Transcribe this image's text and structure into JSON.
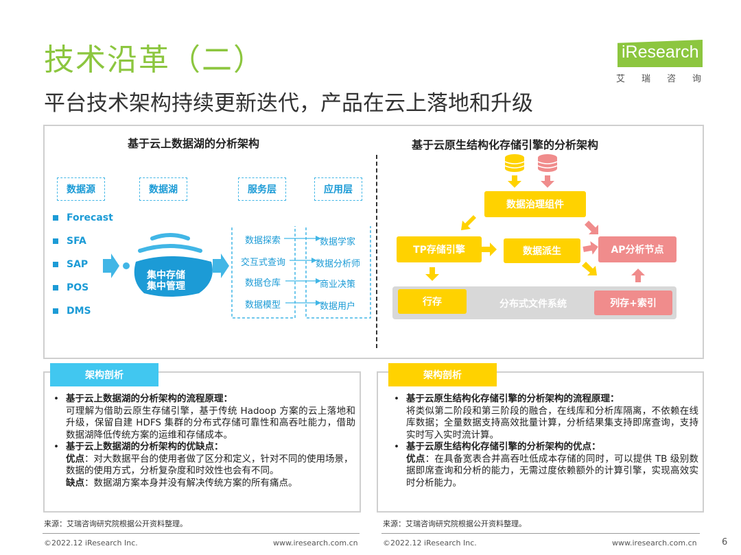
{
  "title": "技术沿革（二）",
  "subtitle": "平台技术架构持续更新迭代，产品在云上落地和升级",
  "logo": {
    "brand": "iResearch",
    "cn_chars": [
      "艾",
      "瑞",
      "咨",
      "询"
    ]
  },
  "colors": {
    "green": "#8cc63f",
    "blue": "#1c9bd6",
    "yellow": "#ffd200",
    "pink": "#f08c8c"
  },
  "left_diagram": {
    "title": "基于云上数据湖的分析架构",
    "headers": [
      "数据源",
      "数据湖",
      "服务层",
      "应用层"
    ],
    "sources": [
      "Forecast",
      "SFA",
      "SAP",
      "POS",
      "DMS"
    ],
    "lake_labels": [
      "集中存储",
      "集中管理"
    ],
    "services": [
      "数据探索",
      "交互式查询",
      "数据仓库",
      "数据模型"
    ],
    "apps": [
      "数据学家",
      "数据分析师",
      "商业决策",
      "数据用户"
    ]
  },
  "right_diagram": {
    "title": "基于云原生结构化存储引擎的分析架构",
    "governance": "数据治理组件",
    "tp": "TP存储引擎",
    "derive": "数据派生",
    "ap": "AP分析节点",
    "row_store": "行存",
    "dfs": "分布式文件系统",
    "col_store": "列存+索引"
  },
  "bottom_left": {
    "tab": "架构剖析",
    "h1": "基于云上数据湖的分析架构的流程原理：",
    "p1": "可理解为借助云原生存储引擎，基于传统 Hadoop 方案的云上落地和升级，保留自建 HDFS 集群的分布式存储可靠性和高吞吐能力，借助数据湖降低传统方案的运维和存储成本。",
    "h2": "基于云上数据湖的分析架构的优缺点：",
    "pro_label": "优点",
    "pro": "：对大数据平台的使用者做了区分和定义，针对不同的使用场景，数据的使用方式，分析复杂度和时效性也会有不同。",
    "con_label": "缺点",
    "con": "：数据湖方案本身并没有解决传统方案的所有痛点。"
  },
  "bottom_right": {
    "tab": "架构剖析",
    "h1": "基于云原生结构化存储引擎的分析架构的流程原理：",
    "p1": "将类似第二阶段和第三阶段的融合，在线库和分析库隔离，不依赖在线库数据；全量数据支持高效批量计算，分析结果集支持即席查询，支持实时写入实时流计算。",
    "h2": "基于云原生结构化存储引擎的分析架构的优点：",
    "pro_label": "优点",
    "pro": "：在具备宽表合并高吞吐低成本存储的同时，可以提供 TB 级别数据即席查询和分析的能力，无需过度依赖额外的计算引擎，实现高效实时分析能力。"
  },
  "footer": {
    "source": "来源：艾瑞咨询研究院根据公开资料整理。",
    "copyright": "©2022.12 iResearch Inc.",
    "url": "www.iresearch.com.cn",
    "page": "6"
  }
}
